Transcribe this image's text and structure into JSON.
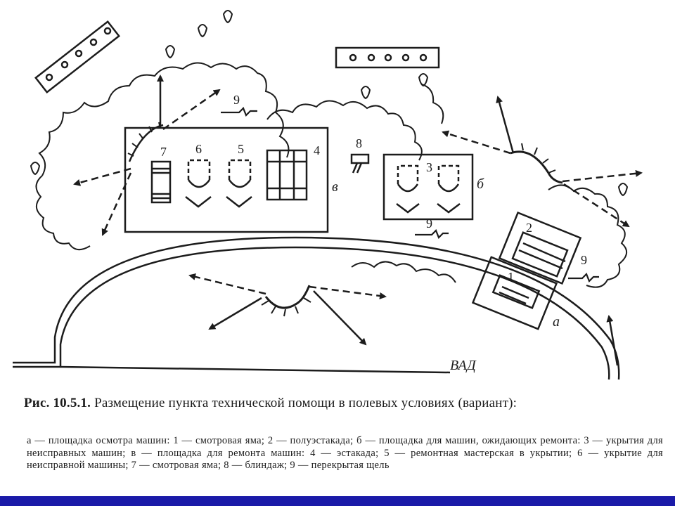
{
  "labels": {
    "n1": "1",
    "n2": "2",
    "n3": "3",
    "n4": "4",
    "n5": "5",
    "n6": "6",
    "n7": "7",
    "n8": "8",
    "n9": "9",
    "a": "а",
    "b": "б",
    "v": "в",
    "vad": "ВАД"
  },
  "caption": {
    "label": "Рис. 10.5.1.",
    "title": "Размещение пункта технической помощи в полевых условиях (вариант):",
    "body": "а — площадка осмотра машин: 1 — смотровая яма; 2 — полуэстакада; б — площадка для машин, ожидающих ремонта: 3 — укрытия для неисправных машин; в — площадка для ремонта машин: 4 — эстакада; 5 — ремонтная мастерская в укрытии; 6 — укрытие для неисправной машины; 7 — смотровая яма; 8 — блиндаж; 9 — перекрытая щель"
  },
  "colors": {
    "ink": "#1c1c1c",
    "bar": "#1a1aa8"
  }
}
